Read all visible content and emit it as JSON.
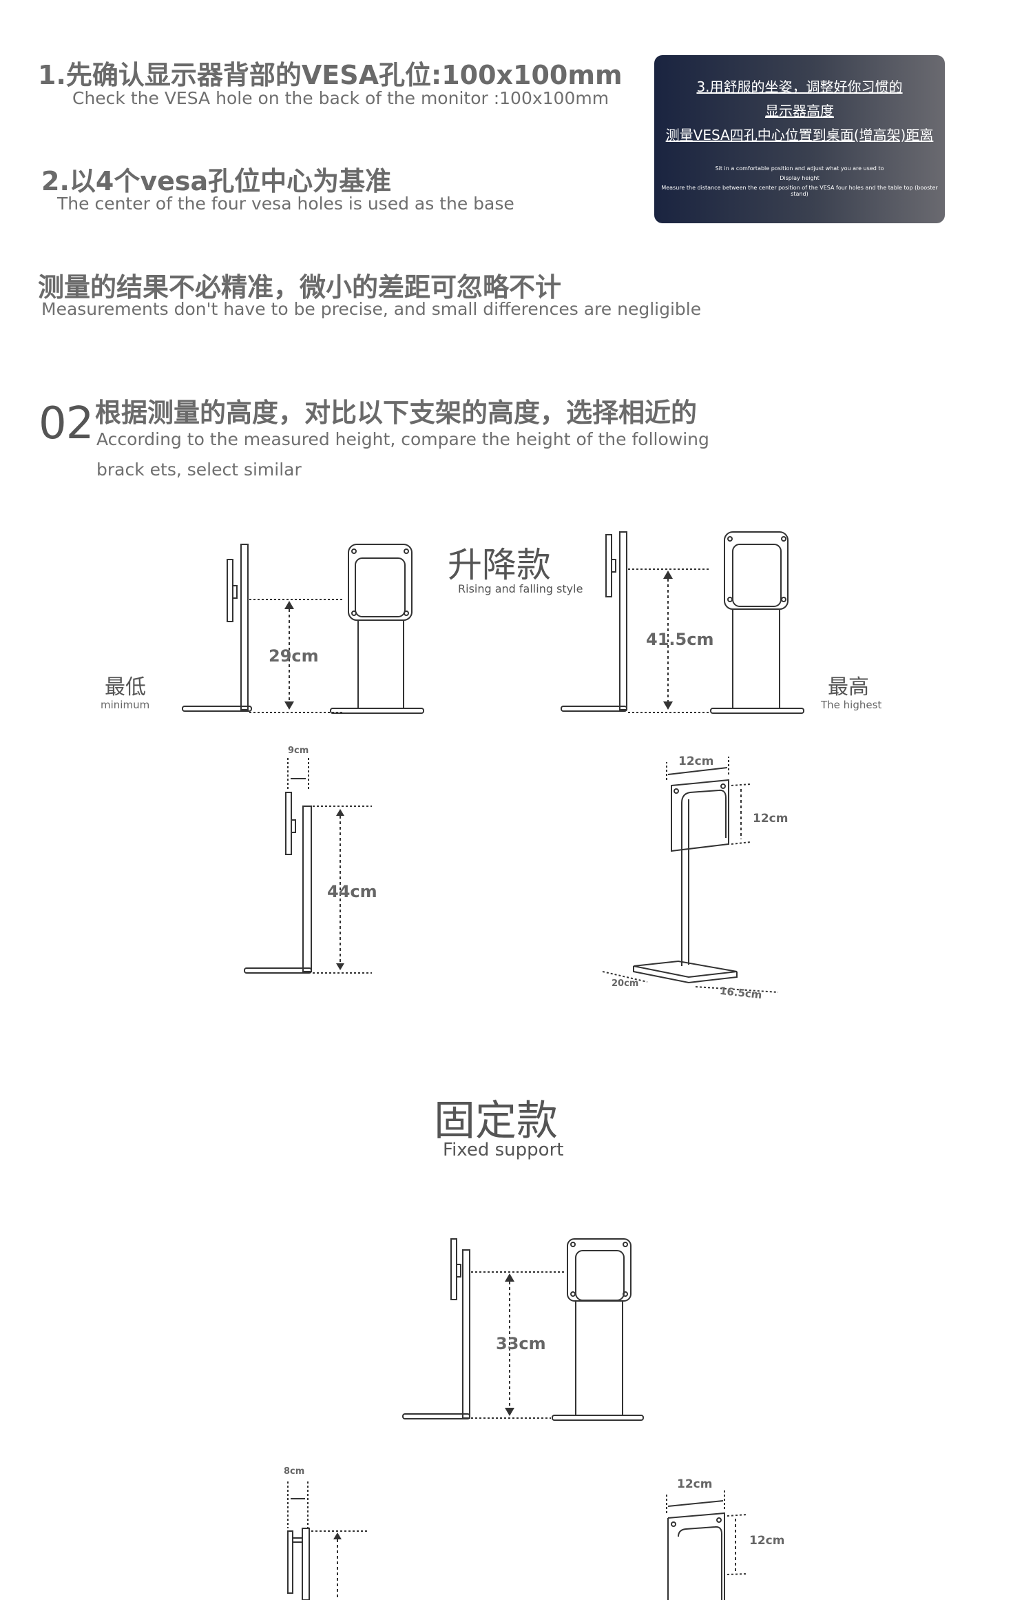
{
  "steps": {
    "step1_cn": "1.先确认显示器背部的VESA孔位:100x100mm",
    "step1_en": "Check the VESA hole on the back of the monitor :100x100mm",
    "step2_cn": "2.以4个vesa孔位中心为基准",
    "step2_en": "The center of the four vesa holes is used as the base",
    "note_cn": "测量的结果不必精准，微小的差距可忽略不计",
    "note_en": "Measurements don't have to be precise, and small differences are negligible"
  },
  "card": {
    "line1": "3.用舒服的坐姿，调整好你习惯的",
    "line2": "显示器高度",
    "line3": "测量VESA四孔中心位置到桌面(增高架)距离",
    "en1": "Sit in a comfortable position and adjust what you are used to",
    "en2": "Display height",
    "en3": "Measure the distance between the center position of the VESA four holes and the table top (booster stand)"
  },
  "section02": {
    "number": "02",
    "title_cn": "根据测量的高度，对比以下支架的高度，选择相近的",
    "title_en": "According to the measured height, compare the height of the following brack ets, select similar"
  },
  "rising": {
    "title_cn": "升降款",
    "title_en": "Rising and falling style",
    "min_cn": "最低",
    "min_en": "minimum",
    "max_cn": "最高",
    "max_en": "The highest",
    "min_height": "29cm",
    "max_height": "41.5cm",
    "depth": "9cm",
    "total_height": "44cm",
    "plate_width": "12cm",
    "plate_height": "12cm",
    "base_width": "20cm",
    "base_depth": "16.5cm"
  },
  "fixed": {
    "title_cn": "固定款",
    "title_en": "Fixed support",
    "height": "33cm",
    "depth": "8cm",
    "plate_width": "12cm",
    "plate_height": "12cm"
  },
  "colors": {
    "line": "#333333",
    "text_gray": "#6a6a6a",
    "card_dark": "#1a2440"
  }
}
